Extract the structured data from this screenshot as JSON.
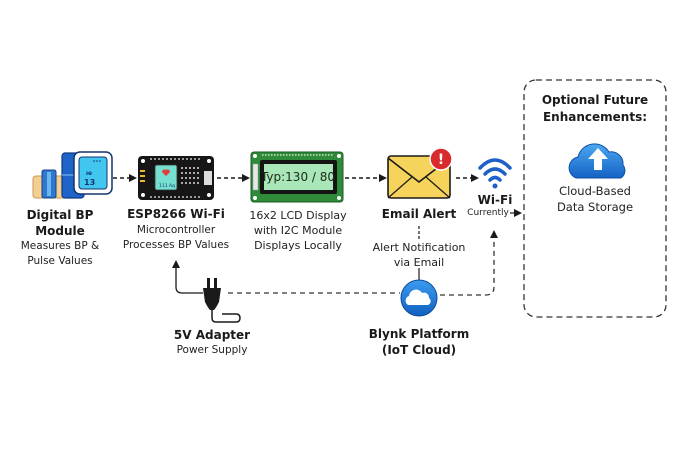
{
  "nodes": {
    "bp_module": {
      "title_line1": "Digital BP",
      "title_line2": "Module",
      "desc_line1": "Measures BP &",
      "desc_line2": "Pulse Values",
      "screen_text": "13"
    },
    "esp8266": {
      "title": "ESP8266 Wi-Fi",
      "desc_line1": "Microcontroller",
      "desc_line2": "Processes BP Values"
    },
    "lcd": {
      "screen_text": "Typ:130 / 80",
      "desc_line1": "16x2 LCD Display",
      "desc_line2": "with I2C Module",
      "desc_line3": "Displays Locally"
    },
    "email": {
      "title": "Email Alert",
      "desc_line1": "Alert Notification",
      "desc_line2": "via Email",
      "badge": "!"
    },
    "wifi": {
      "title": "Wi-Fi",
      "desc": "Currently"
    },
    "adapter": {
      "title": "5V Adapter",
      "desc": "Power Supply"
    },
    "blynk": {
      "title_line1": "Blynk Platform",
      "title_line2": "(IoT Cloud)"
    }
  },
  "future": {
    "title_line1": "Optional Future",
    "title_line2": "Enhancements:",
    "item_line1": "Cloud-Based",
    "item_line2": "Data Storage"
  },
  "colors": {
    "accent_blue": "#1e7fd8",
    "alert_red": "#d92b2b",
    "envelope_yellow": "#f6d35a",
    "lcd_green": "#a9e6b8",
    "pcb_green": "#2f8a3a"
  }
}
